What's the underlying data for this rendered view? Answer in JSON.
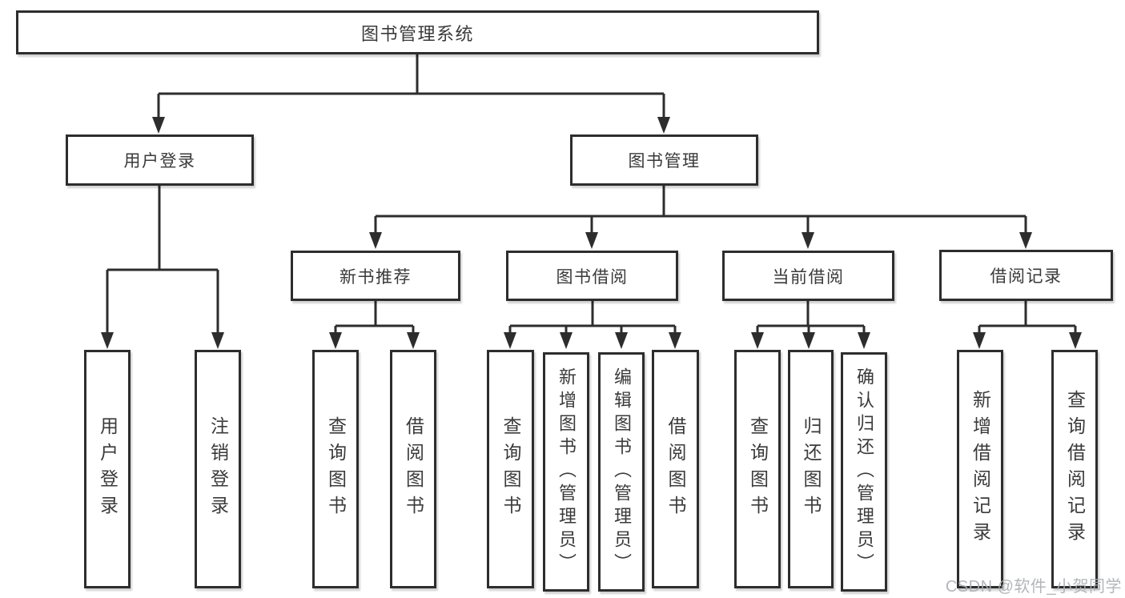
{
  "tree": {
    "label": "图书管理系统",
    "children": [
      {
        "label": "用户登录",
        "children": [
          {
            "label": "用户登录"
          },
          {
            "label": "注销登录"
          }
        ]
      },
      {
        "label": "图书管理",
        "children": [
          {
            "label": "新书推荐",
            "children": [
              {
                "label": "查询图书"
              },
              {
                "label": "借阅图书"
              }
            ]
          },
          {
            "label": "图书借阅",
            "children": [
              {
                "label": "查询图书"
              },
              {
                "label": "新增图书（管理员）"
              },
              {
                "label": "编辑图书（管理员）"
              },
              {
                "label": "借阅图书"
              }
            ]
          },
          {
            "label": "当前借阅",
            "children": [
              {
                "label": "查询图书"
              },
              {
                "label": "归还图书"
              },
              {
                "label": "确认归还（管理员）"
              }
            ]
          },
          {
            "label": "借阅记录",
            "children": [
              {
                "label": "新增借阅记录"
              },
              {
                "label": "查询借阅记录"
              }
            ]
          }
        ]
      }
    ]
  },
  "watermark": "CSDN @软件_小贺同学",
  "colors": {
    "line": "#2d2d2d",
    "box_border": "#2d2d2d",
    "text": "#3a3a3a",
    "watermark": "#abaeb3",
    "background": "#ffffff"
  }
}
